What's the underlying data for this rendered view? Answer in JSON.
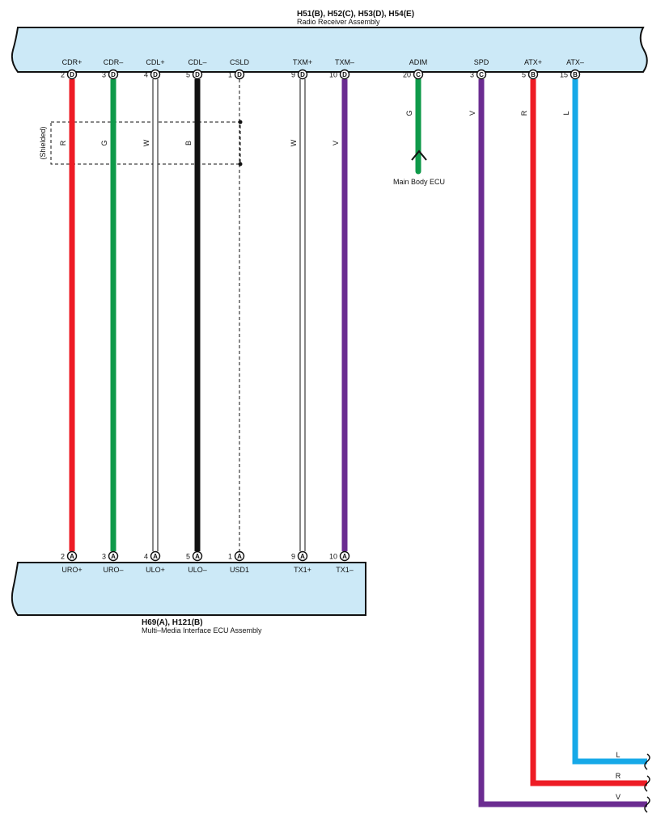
{
  "top_assembly": {
    "codes": "H51(B), H52(C), H53(D), H54(E)",
    "name": "Radio Receiver Assembly"
  },
  "bottom_assembly": {
    "codes": "H69(A), H121(B)",
    "name": "Multi–Media Interface ECU Assembly"
  },
  "top_pins": [
    {
      "id": "cdr_plus",
      "label": "CDR+",
      "pin": "2",
      "conn": "D"
    },
    {
      "id": "cdr_minus",
      "label": "CDR–",
      "pin": "3",
      "conn": "D"
    },
    {
      "id": "cdl_plus",
      "label": "CDL+",
      "pin": "4",
      "conn": "D"
    },
    {
      "id": "cdl_minus",
      "label": "CDL–",
      "pin": "5",
      "conn": "D"
    },
    {
      "id": "csld",
      "label": "CSLD",
      "pin": "1",
      "conn": "D"
    },
    {
      "id": "txm_plus",
      "label": "TXM+",
      "pin": "9",
      "conn": "D"
    },
    {
      "id": "txm_minus",
      "label": "TXM–",
      "pin": "10",
      "conn": "D"
    },
    {
      "id": "adim",
      "label": "ADIM",
      "pin": "20",
      "conn": "C"
    },
    {
      "id": "spd",
      "label": "SPD",
      "pin": "3",
      "conn": "C"
    },
    {
      "id": "atx_plus",
      "label": "ATX+",
      "pin": "5",
      "conn": "B"
    },
    {
      "id": "atx_minus",
      "label": "ATX–",
      "pin": "15",
      "conn": "B"
    }
  ],
  "bottom_pins": [
    {
      "id": "uro_plus",
      "label": "URO+",
      "pin": "2",
      "conn": "A"
    },
    {
      "id": "uro_minus",
      "label": "URO–",
      "pin": "3",
      "conn": "A"
    },
    {
      "id": "ulo_plus",
      "label": "ULO+",
      "pin": "4",
      "conn": "A"
    },
    {
      "id": "ulo_minus",
      "label": "ULO–",
      "pin": "5",
      "conn": "A"
    },
    {
      "id": "usd1",
      "label": "USD1",
      "pin": "1",
      "conn": "A"
    },
    {
      "id": "tx1_plus",
      "label": "TX1+",
      "pin": "9",
      "conn": "A"
    },
    {
      "id": "tx1_minus",
      "label": "TX1–",
      "pin": "10",
      "conn": "A"
    }
  ],
  "wire_colors": {
    "cdr_plus": "R",
    "cdr_minus": "G",
    "cdl_plus": "W",
    "cdl_minus": "B",
    "txm_plus": "W",
    "txm_minus": "V",
    "adim": "G",
    "spd": "V",
    "atx_plus": "R",
    "atx_minus": "L"
  },
  "right_exit_labels": {
    "atx_minus": "L",
    "atx_plus": "R",
    "spd": "V"
  },
  "shield_label": "(Shielded)",
  "adim_destination": "Main Body ECU",
  "colors": {
    "assembly_fill": "#cce9f7",
    "R": "#ee1c25",
    "G": "#0f9a4a",
    "B": "#111111",
    "V": "#6b2c91",
    "L": "#16a9e8",
    "W": "#ffffff"
  }
}
